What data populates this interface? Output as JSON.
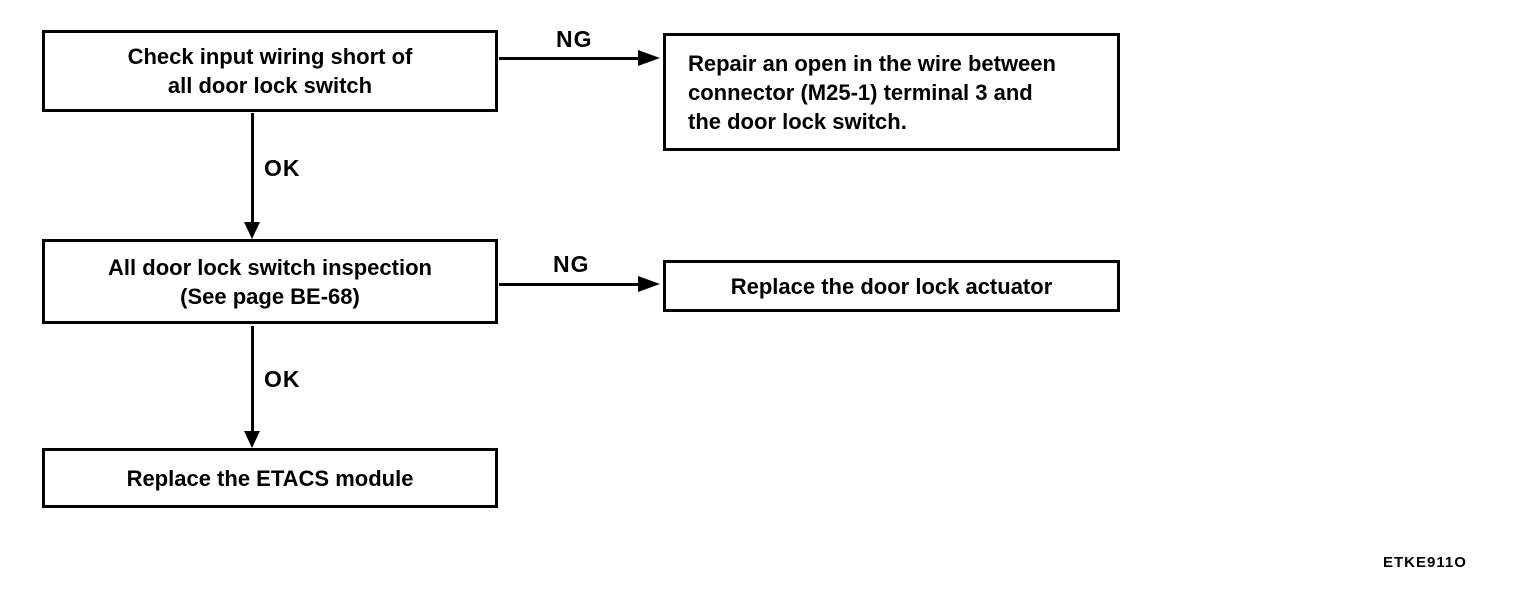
{
  "diagram": {
    "type": "flowchart",
    "figure_code": "ETKE911O",
    "nodes": {
      "check_wiring": {
        "lines": [
          "Check input wiring short of",
          "all door lock switch"
        ]
      },
      "repair_wire": {
        "lines": [
          "Repair an open in the wire between",
          "connector (M25-1) terminal 3 and",
          "the door lock switch."
        ]
      },
      "switch_inspection": {
        "lines": [
          "All door lock switch inspection",
          "(See page BE-68)"
        ]
      },
      "replace_actuator": {
        "lines": [
          "Replace the door lock actuator"
        ]
      },
      "replace_etacs": {
        "lines": [
          "Replace the ETACS module"
        ]
      }
    },
    "edges": {
      "ng1": {
        "label": "NG"
      },
      "ok1": {
        "label": "OK"
      },
      "ng2": {
        "label": "NG"
      },
      "ok2": {
        "label": "OK"
      }
    }
  }
}
